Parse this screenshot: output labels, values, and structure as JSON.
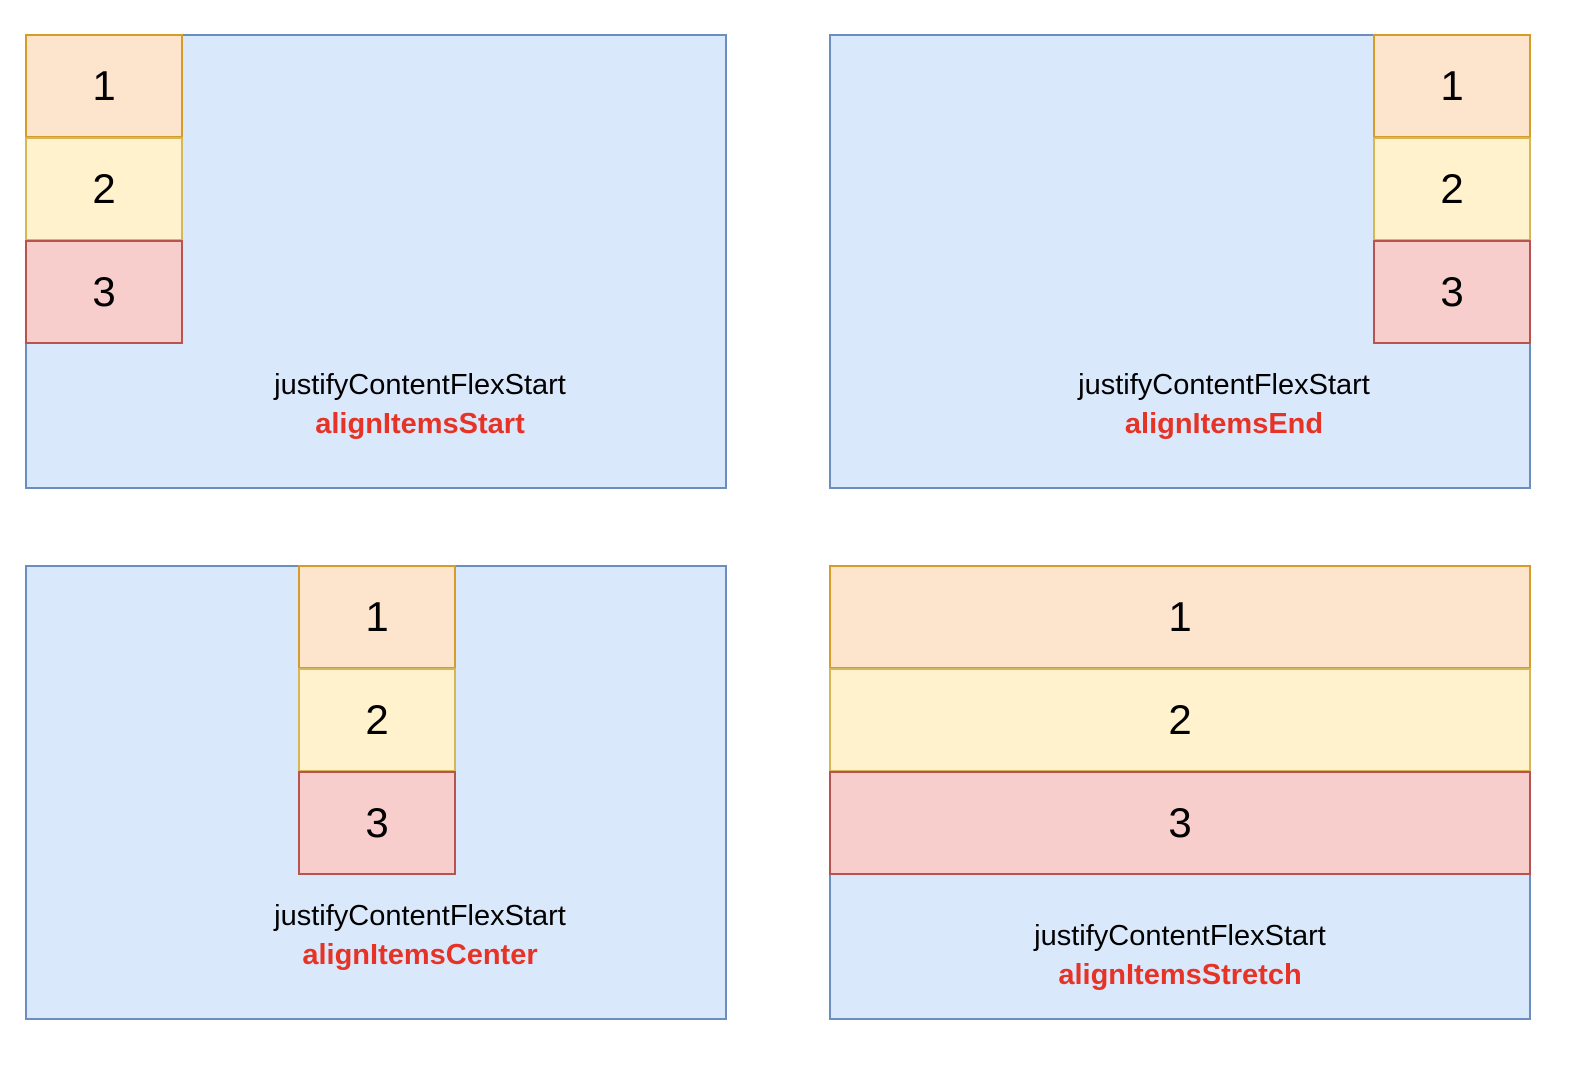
{
  "colors": {
    "container_fill": "#dae8fc",
    "container_stroke": "#6c8ebf",
    "item1_fill": "#fce5cc",
    "item1_stroke": "#d79b27",
    "item2_fill": "#fff2cc",
    "item2_stroke": "#d6b656",
    "item3_fill": "#f8cecc",
    "item3_stroke": "#b85450",
    "highlight_text": "#e63326"
  },
  "panels": [
    {
      "items": [
        "1",
        "2",
        "3"
      ],
      "justify_label": "justifyContentFlexStart",
      "align_label": "alignItemsStart"
    },
    {
      "items": [
        "1",
        "2",
        "3"
      ],
      "justify_label": "justifyContentFlexStart",
      "align_label": "alignItemsEnd"
    },
    {
      "items": [
        "1",
        "2",
        "3"
      ],
      "justify_label": "justifyContentFlexStart",
      "align_label": "alignItemsCenter"
    },
    {
      "items": [
        "1",
        "2",
        "3"
      ],
      "justify_label": "justifyContentFlexStart",
      "align_label": "alignItemsStretch"
    }
  ]
}
